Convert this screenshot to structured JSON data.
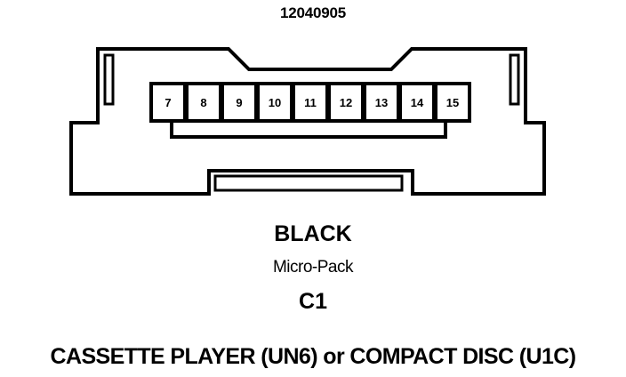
{
  "part_number": "12040905",
  "connector": {
    "color": "BLACK",
    "type": "Micro-Pack",
    "id": "C1",
    "pins": [
      "7",
      "8",
      "9",
      "10",
      "11",
      "12",
      "13",
      "14",
      "15"
    ]
  },
  "component_title": "CASSETTE PLAYER (UN6) or COMPACT DISC (U1C)"
}
